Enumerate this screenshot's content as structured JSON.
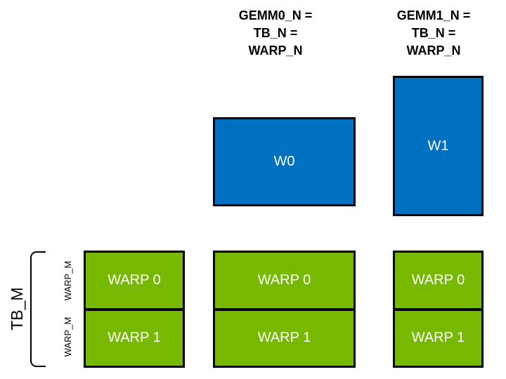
{
  "colors": {
    "blue": "#0070C0",
    "green": "#76B900",
    "border": "#000000",
    "box_text": "#FFFFFF",
    "label_text": "#000000"
  },
  "top_labels": {
    "gemm0": "GEMM0_N =\nTB_N =\nWARP_N",
    "gemm1": "GEMM1_N =\nTB_N =\nWARP_N"
  },
  "blue_boxes": {
    "w0": "W0",
    "w1": "W1"
  },
  "green_groups": {
    "left": {
      "row0": "WARP 0",
      "row1": "WARP 1"
    },
    "middle": {
      "row0": "WARP 0",
      "row1": "WARP 1"
    },
    "right": {
      "row0": "WARP 0",
      "row1": "WARP 1"
    }
  },
  "side_labels": {
    "tb_m": "TB_M",
    "warp_m_top": "WARP_M",
    "warp_m_bottom": "WARP_M"
  }
}
